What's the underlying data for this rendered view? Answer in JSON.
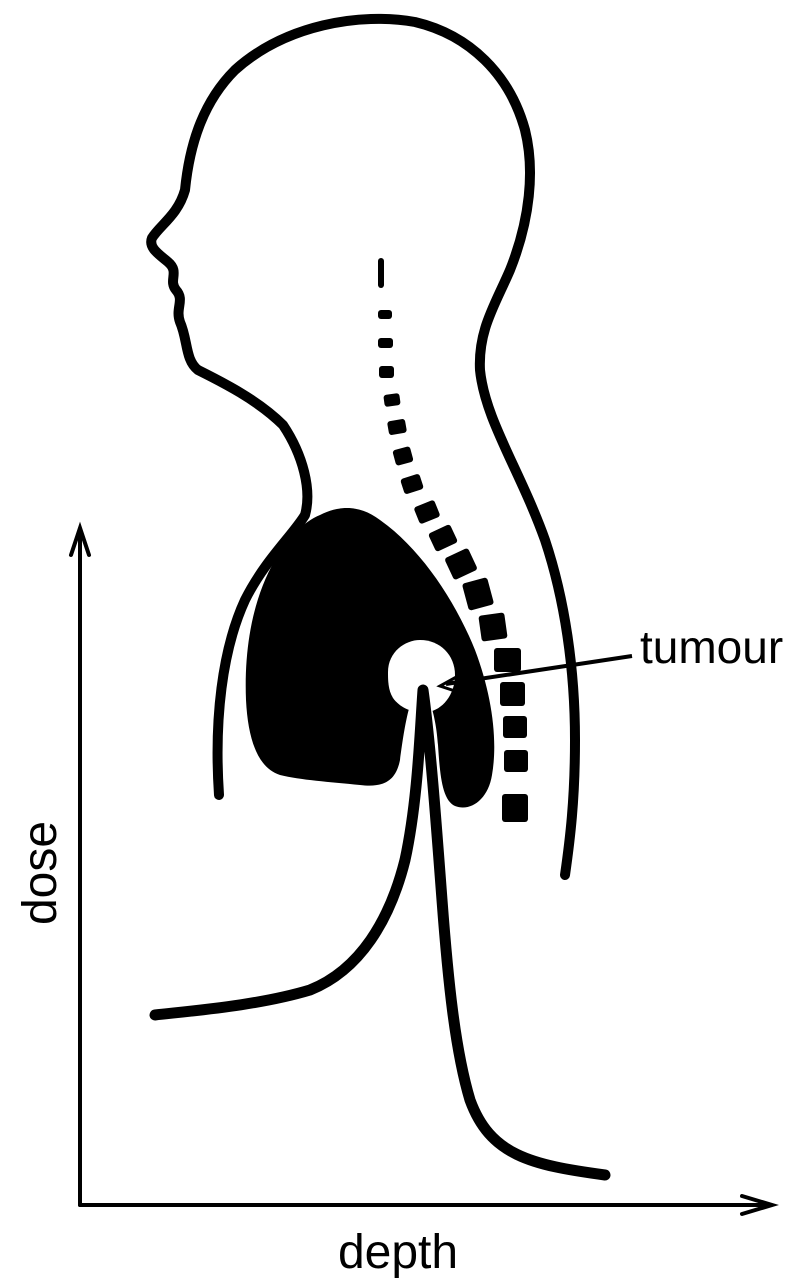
{
  "labels": {
    "tumour": "tumour",
    "x_axis": "depth",
    "y_axis": "dose"
  },
  "colors": {
    "ink": "#000000",
    "background": "#ffffff"
  }
}
